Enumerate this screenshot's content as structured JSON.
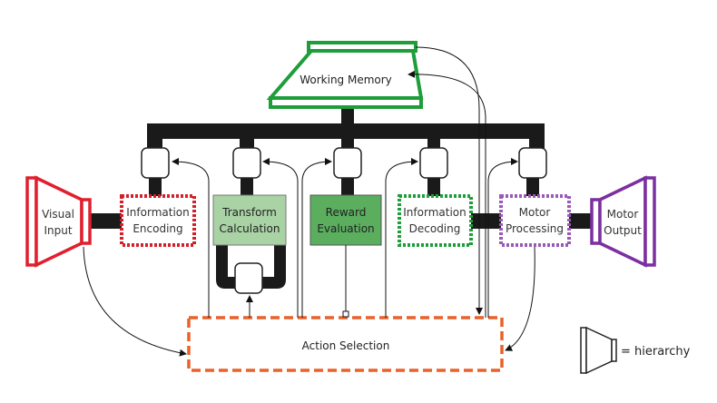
{
  "diagram": {
    "working_memory": {
      "label": "Working Memory",
      "color": "#1e9e3a"
    },
    "visual_input": {
      "line1": "Visual",
      "line2": "Input",
      "color": "#e0202e"
    },
    "information_encoding": {
      "line1": "Information",
      "line2": "Encoding",
      "color": "#d21f2a"
    },
    "transform_calculation": {
      "line1": "Transform",
      "line2": "Calculation",
      "color": "#a9d3a4"
    },
    "reward_evaluation": {
      "line1": "Reward",
      "line2": "Evaluation",
      "color": "#5aae5e"
    },
    "information_decoding": {
      "line1": "Information",
      "line2": "Decoding",
      "color": "#1e9e3a"
    },
    "motor_processing": {
      "line1": "Motor",
      "line2": "Processing",
      "color": "#9b59b6"
    },
    "motor_output": {
      "line1": "Motor",
      "line2": "Output",
      "color": "#7b2fa0"
    },
    "action_selection": {
      "label": "Action Selection",
      "color": "#e8622a"
    },
    "legend": {
      "label": "= hierarchy"
    }
  }
}
